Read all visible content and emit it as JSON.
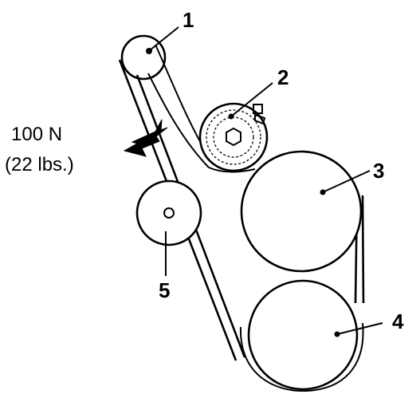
{
  "pulley_labels": [
    "1",
    "2",
    "3",
    "4",
    "5"
  ],
  "force": {
    "line1": "100 N",
    "line2": "(22 lbs.)"
  },
  "colors": {
    "ink": "#000000",
    "paper": "#ffffff"
  }
}
